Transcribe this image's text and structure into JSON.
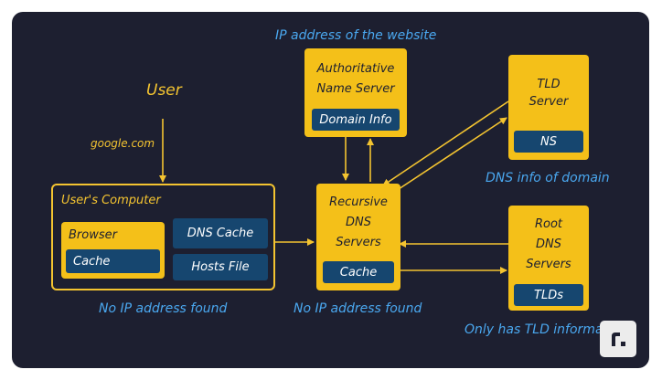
{
  "user": {
    "label": "User",
    "query": "google.com"
  },
  "users_computer": {
    "title": "User's Computer",
    "browser": {
      "title": "Browser",
      "cache": "Cache"
    },
    "dns_cache": "DNS Cache",
    "hosts_file": "Hosts File",
    "note": "No IP address found"
  },
  "recursive": {
    "line1": "Recursive",
    "line2": "DNS",
    "line3": "Servers",
    "cache": "Cache",
    "note": "No IP address found"
  },
  "authoritative": {
    "line1": "Authoritative",
    "line2": "Name Server",
    "inner": "Domain Info",
    "note": "IP address of the website"
  },
  "tld": {
    "line1": "TLD",
    "line2": "Server",
    "inner": "NS",
    "note": "DNS info of domain"
  },
  "root": {
    "line1": "Root",
    "line2": "DNS",
    "line3": "Servers",
    "inner": "TLDs",
    "note": "Only has TLD information."
  },
  "colors": {
    "background": "#1d1f30",
    "box": "#f4c019",
    "inner_box": "#16466f",
    "note_text": "#4aa8f0",
    "arrows": "#f4c430"
  },
  "logo": {
    "name": "r-logo"
  }
}
